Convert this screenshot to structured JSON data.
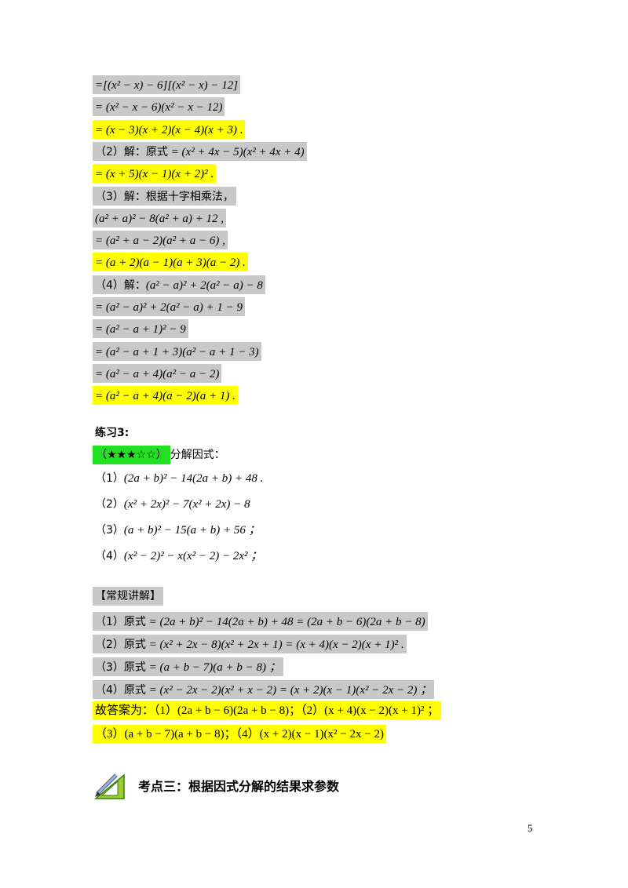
{
  "prev_solution": [
    {
      "text": "=[(x² − x) − 6][(x² − x) − 12]",
      "hl": "g"
    },
    {
      "text": "= (x² − x − 6)(x² − x − 12)",
      "hl": "g"
    },
    {
      "text": "= (x − 3)(x + 2)(x − 4)(x + 3) .",
      "hl": "y"
    },
    {
      "label": "（2）解：原式",
      "text": " = (x² + 4x − 5)(x² + 4x + 4)",
      "hl": "g"
    },
    {
      "text": "= (x + 5)(x − 1)(x + 2)² .",
      "hl": "y"
    },
    {
      "label": "（3）解：根据十字相乘法，",
      "text": "",
      "hl": "g"
    },
    {
      "text": "(a² + a)² − 8(a² + a) + 12 ,",
      "hl": "g"
    },
    {
      "text": "= (a² + a − 2)(a² + a − 6) ,",
      "hl": "g"
    },
    {
      "text": "= (a + 2)(a − 1)(a + 3)(a − 2) .",
      "hl": "y"
    },
    {
      "label": "（4）解：",
      "text": "(a² − a)² + 2(a² − a) − 8",
      "hl": "g"
    },
    {
      "text": "= (a² − a)² + 2(a² − a) + 1 − 9",
      "hl": "g"
    },
    {
      "text": "= (a² − a + 1)² − 9",
      "hl": "g"
    },
    {
      "text": "= (a² − a + 1 + 3)(a² − a + 1 − 3)",
      "hl": "g"
    },
    {
      "text": "= (a² − a + 4)(a² − a − 2)",
      "hl": "g"
    },
    {
      "text": "= (a² − a + 4)(a − 2)(a + 1) .",
      "hl": "y"
    }
  ],
  "exercise": {
    "title": "练习3:",
    "stars": "（★★★☆☆）",
    "prompt": "分解因式：",
    "items": [
      {
        "label": "（1）",
        "text": "(2a + b)² − 14(2a + b) + 48 ."
      },
      {
        "label": "（2）",
        "text": "(x² + 2x)² − 7(x² + 2x) − 8"
      },
      {
        "label": "（3）",
        "text": "(a + b)² − 15(a + b) + 56 ；"
      },
      {
        "label": "（4）",
        "text": "(x² − 2)² − x(x² − 2) − 2x² ；"
      }
    ]
  },
  "explanation": {
    "title": "【常规讲解】",
    "lines": [
      {
        "label": "（1）原式",
        "text": " = (2a + b)² − 14(2a + b) + 48 = (2a + b − 6)(2a + b − 8)",
        "hl": "g"
      },
      {
        "label": "（2）原式",
        "text": " = (x² + 2x − 8)(x² + 2x + 1) = (x + 4)(x − 2)(x + 1)² .",
        "hl": "g"
      },
      {
        "label": "（3）原式",
        "text": " = (a + b − 7)(a + b − 8) ；",
        "hl": "g"
      },
      {
        "label": "（4）原式",
        "text": " = (x² − 2x − 2)(x² + x − 2) = (x + 2)(x − 1)(x² − 2x − 2) ；",
        "hl": "g"
      }
    ],
    "answer_1": "故答案为：（1）(2a + b − 6)(2a + b − 8)；（2）(x + 4)(x − 2)(x + 1)² ；",
    "answer_2": "（3）(a + b − 7)(a + b − 8)；（4）(x + 2)(x − 1)(x² − 2x − 2)"
  },
  "section_heading": "考点三：根据因式分解的结果求参数",
  "page_number": "5"
}
